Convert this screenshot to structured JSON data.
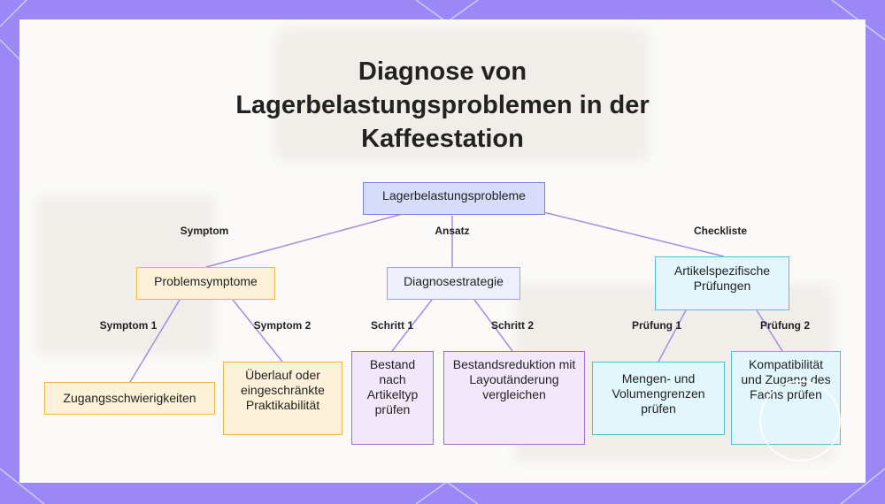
{
  "title_lines": [
    "Diagnose von",
    "Lagerbelastungsproblemen in der",
    "Kaffeestation"
  ],
  "nodes": {
    "root": "Lagerbelastungsprobleme",
    "symptoms": "Problemsymptome",
    "strategy": "Diagnosestrategie",
    "checks": "Artikelspezifische Prüfungen",
    "access": "Zugangsschwierigkeiten",
    "overflow": "Überlauf oder eingeschränkte Praktikabilität",
    "inventory": "Bestand nach Artikeltyp prüfen",
    "reduction": "Bestandsreduktion mit Layoutänderung vergleichen",
    "limits": "Mengen- und Volumengrenzen prüfen",
    "compat": "Kompatibilität und Zugang des Fachs prüfen"
  },
  "edge_labels": {
    "symptom": "Symptom",
    "ansatz": "Ansatz",
    "checkliste": "Checkliste",
    "symptom1": "Symptom 1",
    "symptom2": "Symptom 2",
    "schritt1": "Schritt 1",
    "schritt2": "Schritt 2",
    "pruefung1": "Prüfung 1",
    "pruefung2": "Prüfung 2"
  },
  "colors": {
    "background": "#9b87f5",
    "edge": "#a98be0",
    "blue": "#7a82e0",
    "orange": "#f0b545",
    "purple": "#a86ad6",
    "cyan": "#4fc3dc"
  }
}
